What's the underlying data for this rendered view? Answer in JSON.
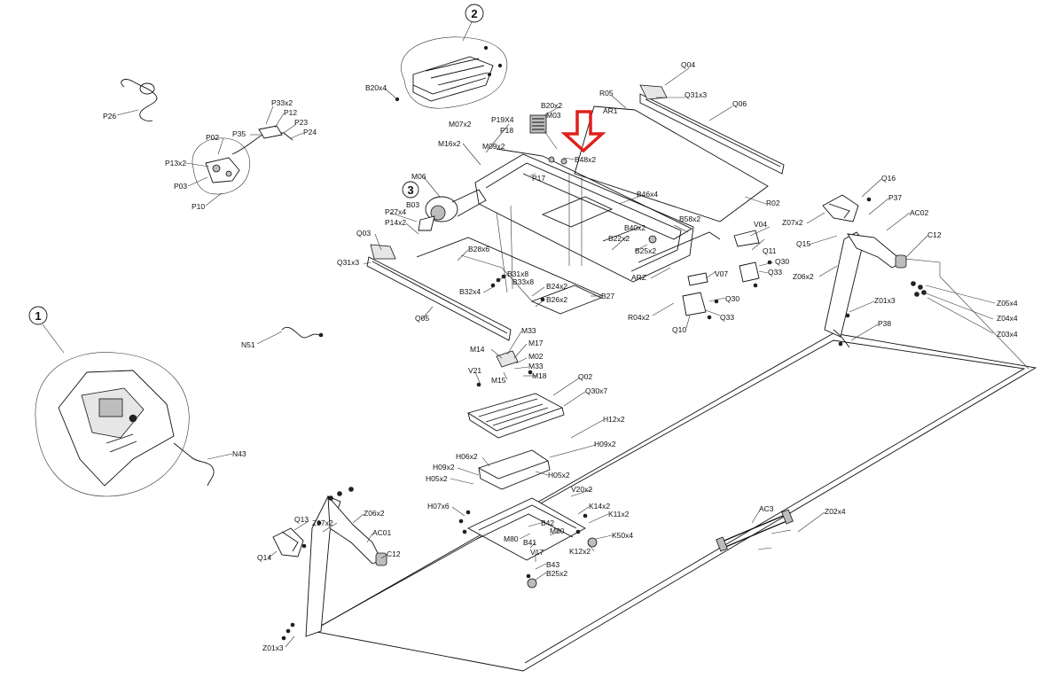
{
  "diagram": {
    "callouts": {
      "c1": "1",
      "c2": "2",
      "c3": "3"
    },
    "labels": {
      "Q04": "Q04",
      "R05": "R05",
      "Q31x3_top": "Q31x3",
      "AR1": "AR1",
      "Q06": "Q06",
      "B20x2": "B20x2",
      "M03": "M03",
      "P19X4": "P19X4",
      "M07x2": "M07x2",
      "P18": "P18",
      "M16x2": "M16x2",
      "M09x2": "M09x2",
      "B48x2": "B48x2",
      "P17": "P17",
      "M06": "M06",
      "B46x4": "B46x4",
      "R02": "R02",
      "B03": "B03",
      "P27x4": "P27x4",
      "P14x2": "P14x2",
      "B40x2": "B40x2",
      "B58x2": "B58x2",
      "V04": "V04",
      "B22x2": "B22x2",
      "B25x2_top": "B25x2",
      "Q11": "Q11",
      "Q30_top": "Q30",
      "Q33_top": "Q33",
      "V07": "V07",
      "Q03": "Q03",
      "B28x6": "B28x6",
      "Q31x3_left": "Q31x3",
      "B31x8": "B31x8",
      "B33x8": "B33x8",
      "B24x2": "B24x2",
      "B32x4": "B32x4",
      "B26x2": "B26x2",
      "B27": "B27",
      "ARZ": "ARZ",
      "Q30_mid": "Q30",
      "R04x2": "R04x2",
      "Q33_mid": "Q33",
      "Q10": "Q10",
      "Q05": "Q05",
      "B20x4": "B20x4",
      "P26": "P26",
      "P33x2": "P33x2",
      "P12": "P12",
      "P23": "P23",
      "P24": "P24",
      "P35": "P35",
      "P02": "P02",
      "P13x2": "P13x2",
      "P03": "P03",
      "P10": "P10",
      "N51": "N51",
      "M33_a": "M33",
      "M14": "M14",
      "M17": "M17",
      "M02": "M02",
      "M33_b": "M33",
      "V21": "V21",
      "M15": "M15",
      "M18": "M18",
      "Q02": "Q02",
      "Q30x7": "Q30x7",
      "H12x2": "H12x2",
      "H09x2_r": "H09x2",
      "H06x2": "H06x2",
      "H09x2_l": "H09x2",
      "H05x2_l": "H05x2",
      "H05x2_r": "H05x2",
      "H07x6": "H07x6",
      "V20x2": "V20x2",
      "K14x2": "K14x2",
      "K11x2": "K11x2",
      "B42": "B42",
      "M80_a": "M80",
      "M80_b": "M80",
      "B41": "B41",
      "K50x4": "K50x4",
      "K12x2": "K12x2",
      "V17": "V17",
      "B43": "B43",
      "B25x2_bot": "B25x2",
      "N43": "N43",
      "Q13": "Q13",
      "Z07x2_l": "Z07x2",
      "Z06x2_l": "Z06x2",
      "AC01": "AC01",
      "Q14": "Q14",
      "C12_l": "C12",
      "Z01x3_l": "Z01x3",
      "Q16": "Q16",
      "Z07x2_r": "Z07x2",
      "P37": "P37",
      "AC02": "AC02",
      "Q15": "Q15",
      "C12_r": "C12",
      "Z06x2_r": "Z06x2",
      "Z01x3_r": "Z01x3",
      "Z05x4": "Z05x4",
      "P38": "P38",
      "Z04x4": "Z04x4",
      "Z03x4": "Z03x4",
      "AC3": "AC3",
      "Z02x4": "Z02x4"
    }
  }
}
